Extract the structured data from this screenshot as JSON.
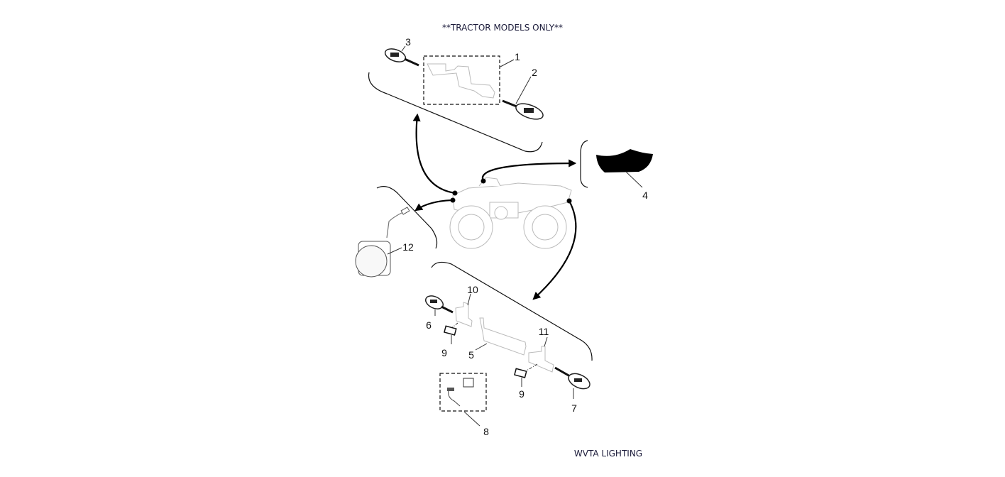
{
  "header": {
    "title": "**TRACTOR MODELS ONLY**"
  },
  "footer": {
    "caption": "WVTA LIGHTING"
  },
  "callouts": {
    "c1": "1",
    "c2": "2",
    "c3": "3",
    "c4": "4",
    "c5": "5",
    "c6": "6",
    "c7": "7",
    "c8": "8",
    "c9a": "9",
    "c9b": "9",
    "c10": "10",
    "c11": "11",
    "c12": "12"
  }
}
